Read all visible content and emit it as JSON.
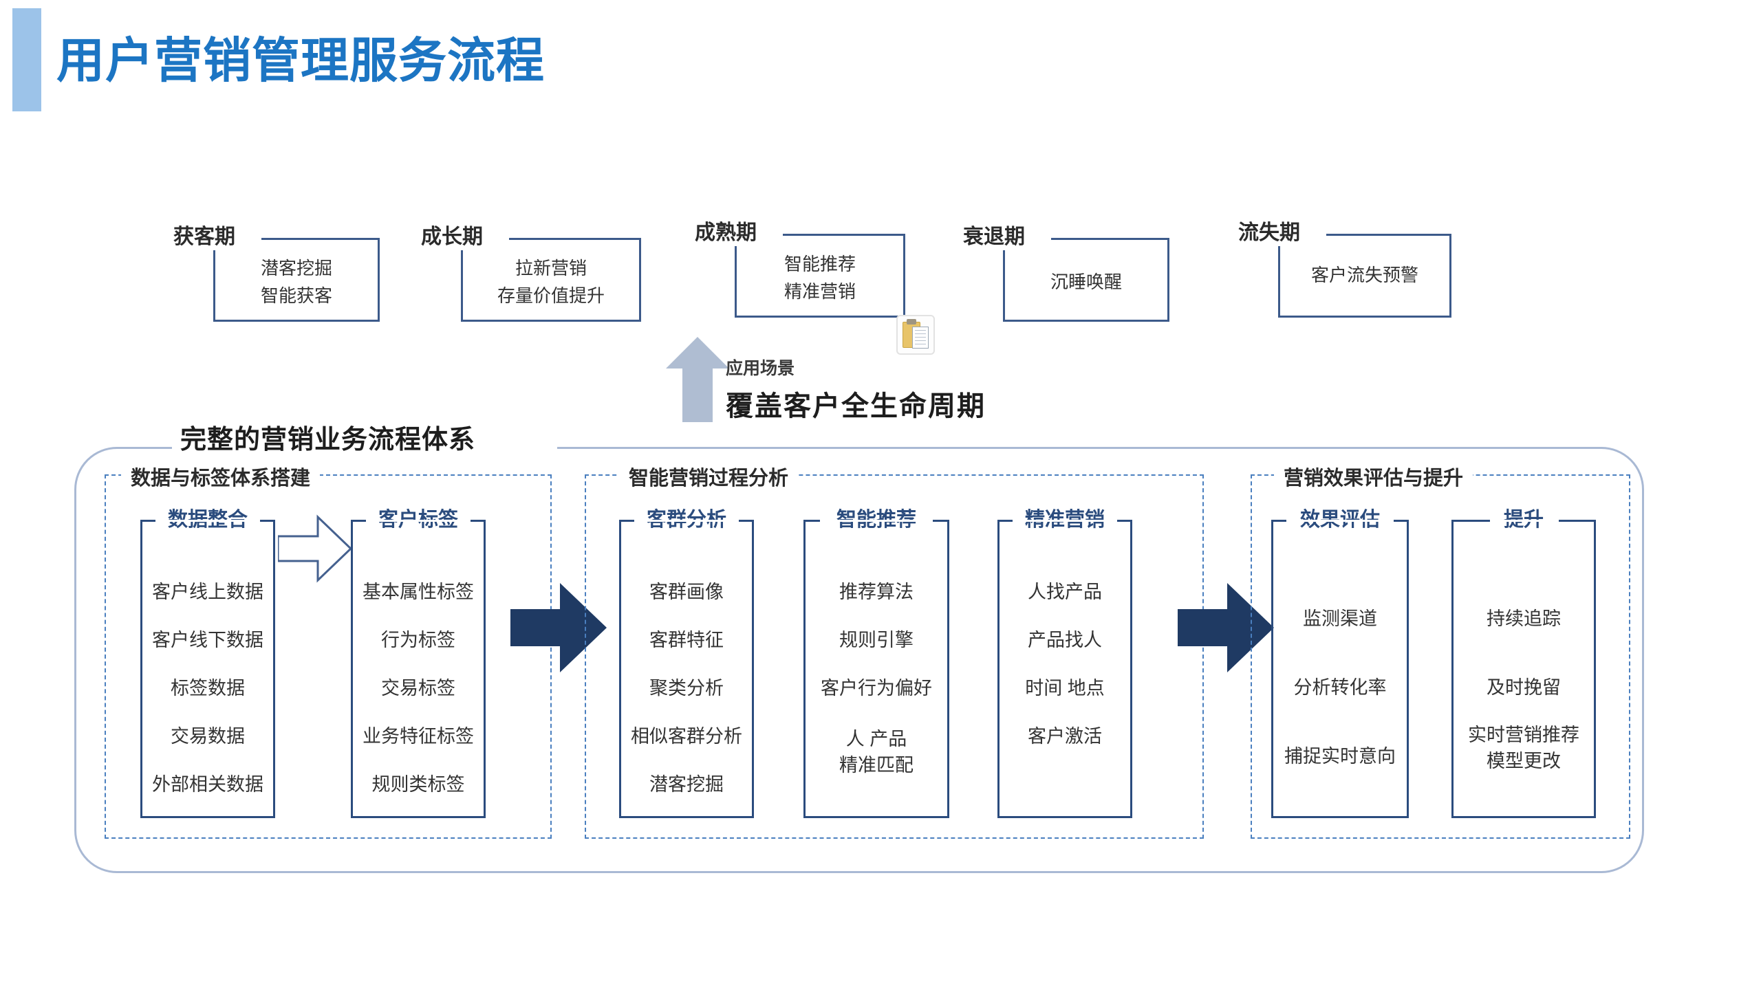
{
  "page": {
    "title": "用户营销管理服务流程",
    "accent_blue": "#1C75C3",
    "title_bar_color": "#9CC3E9",
    "box_border_color": "#2B4C7E",
    "dashed_border_color": "#4A7FBF",
    "arrow_fill": "#1F3A63",
    "shell_border_color": "#A9B9D4"
  },
  "lifecycle": {
    "stages": [
      {
        "label": "获客期",
        "items": [
          "潜客挖掘",
          "智能获客"
        ]
      },
      {
        "label": "成长期",
        "items": [
          "拉新营销",
          "存量价值提升"
        ]
      },
      {
        "label": "成熟期",
        "items": [
          "智能推荐",
          "精准营销"
        ]
      },
      {
        "label": "衰退期",
        "items": [
          "沉睡唤醒"
        ]
      },
      {
        "label": "流失期",
        "items": [
          "客户流失预警"
        ]
      }
    ]
  },
  "scene": {
    "small_label": "应用场景",
    "big_label": "覆盖客户全生命周期",
    "arrow_icon": "up-arrow-icon",
    "clipboard_icon": "clipboard-icon"
  },
  "framework": {
    "title": "完整的营销业务流程体系",
    "sections": [
      {
        "title": "数据与标签体系搭建",
        "columns": [
          {
            "title": "数据整合",
            "items": [
              "客户线上数据",
              "客户线下数据",
              "标签数据",
              "交易数据",
              "外部相关数据"
            ]
          },
          {
            "title": "客户标签",
            "items": [
              "基本属性标签",
              "行为标签",
              "交易标签",
              "业务特征标签",
              "规则类标签"
            ]
          }
        ]
      },
      {
        "title": "智能营销过程分析",
        "columns": [
          {
            "title": "客群分析",
            "items": [
              "客群画像",
              "客群特征",
              "聚类分析",
              "相似客群分析",
              "潜客挖掘"
            ]
          },
          {
            "title": "智能推荐",
            "items": [
              "推荐算法",
              "规则引擎",
              "客户行为偏好",
              "人 产品",
              "精准匹配"
            ]
          },
          {
            "title": "精准营销",
            "items": [
              "人找产品",
              "产品找人",
              "时间 地点",
              "客户激活"
            ]
          }
        ]
      },
      {
        "title": "营销效果评估与提升",
        "columns": [
          {
            "title": "效果评估",
            "items": [
              "监测渠道",
              "分析转化率",
              "捕捉实时意向"
            ]
          },
          {
            "title": "提升",
            "items": [
              "持续追踪",
              "及时挽留",
              "实时营销推荐",
              "模型更改"
            ]
          }
        ]
      }
    ],
    "flow_arrows": [
      "hollow-right-arrow-icon",
      "solid-right-arrow-icon",
      "solid-right-arrow-icon"
    ]
  }
}
